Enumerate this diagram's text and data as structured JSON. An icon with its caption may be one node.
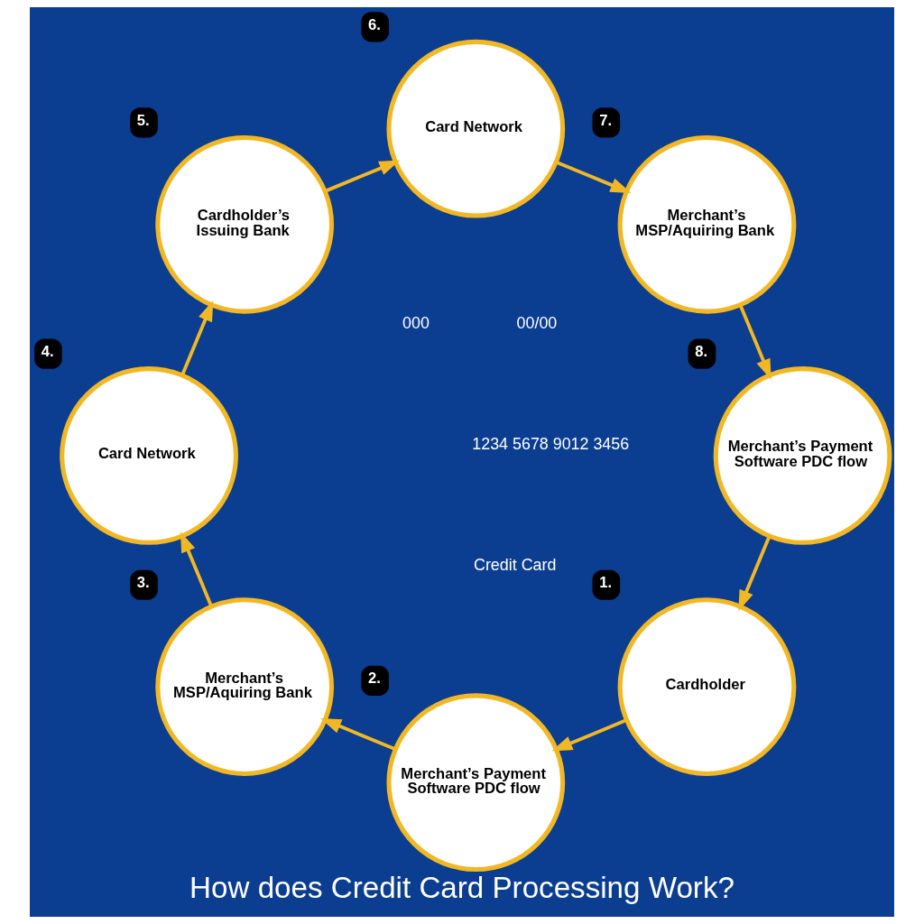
{
  "diagram": {
    "title": "How does Credit Card Processing Work?",
    "nodes": [
      {
        "text": [
          "Cardholder"
        ],
        "beside": [
          "1."
        ]
      },
      {
        "text": [
          "Merchant’s Payment Software PDC flow"
        ],
        "beside": [
          "2."
        ]
      },
      {
        "text": [
          "Merchant’s MSP/Aquiring Bank"
        ],
        "beside": [
          "3."
        ]
      },
      {
        "text": [
          "Card Network"
        ],
        "beside": [
          "4."
        ]
      },
      {
        "text": [
          "Cardholder’s Issuing Bank"
        ],
        "beside": [
          "5."
        ]
      },
      {
        "text": [
          "Card Network"
        ],
        "beside": [
          "6."
        ]
      },
      {
        "text": [
          "Merchant’s MSP/Aquiring Bank"
        ],
        "beside": [
          "7."
        ]
      },
      {
        "text": [
          "Merchant’s Payment Software PDC flow"
        ],
        "beside": [
          "8."
        ]
      }
    ],
    "edges": [
      {
        "from": 7,
        "to": 0,
        "arrow": "to"
      },
      {
        "from": 0,
        "to": 1,
        "arrow": "to"
      },
      {
        "from": 1,
        "to": 2,
        "arrow": "to"
      },
      {
        "from": 2,
        "to": 3,
        "arrow": "to"
      },
      {
        "from": 3,
        "to": 4,
        "arrow": "to"
      },
      {
        "from": 4,
        "to": 5,
        "arrow": "to"
      },
      {
        "from": 5,
        "to": 6,
        "arrow": "to"
      },
      {
        "from": 6,
        "to": 7,
        "arrow": "to"
      }
    ],
    "labels": [
      "Credit Card",
      "1234 5678 9012 3456",
      "00/00",
      "000"
    ]
  }
}
